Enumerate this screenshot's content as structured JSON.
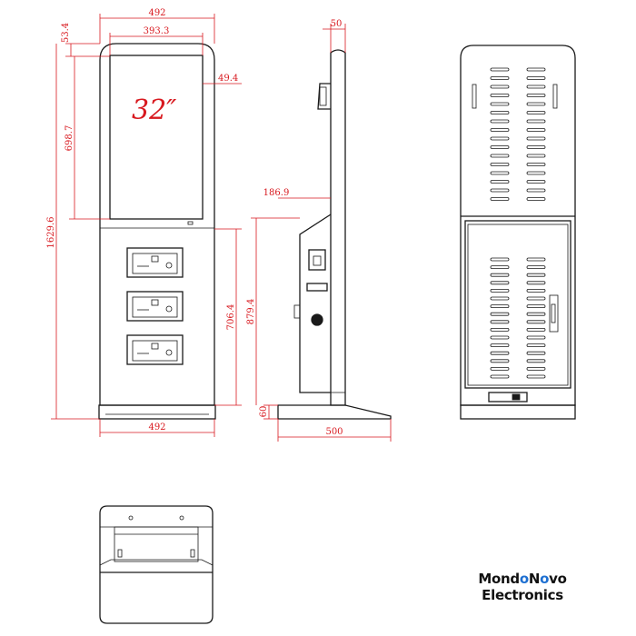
{
  "labels": {
    "top_width": "492",
    "screen_width": "393.3",
    "top_margin": "53.4",
    "side_margin": "49.4",
    "screen_height": "698.7",
    "total_height": "1629.6",
    "lower_height": "706.4",
    "side_lower_height": "879.4",
    "base_height": "60",
    "bottom_width": "492",
    "side_depth": "500",
    "side_top_width": "50",
    "side_offset": "186.9",
    "screen_size": "32″"
  },
  "brand": {
    "part1": "Mond",
    "part2": "o",
    "part3": "N",
    "part4": "o",
    "part5": "vo",
    "line2": "Electronics",
    "accent_color": "#1d6fd1"
  },
  "colors": {
    "dimension": "#d8191f",
    "outline": "#1a1a1a"
  }
}
